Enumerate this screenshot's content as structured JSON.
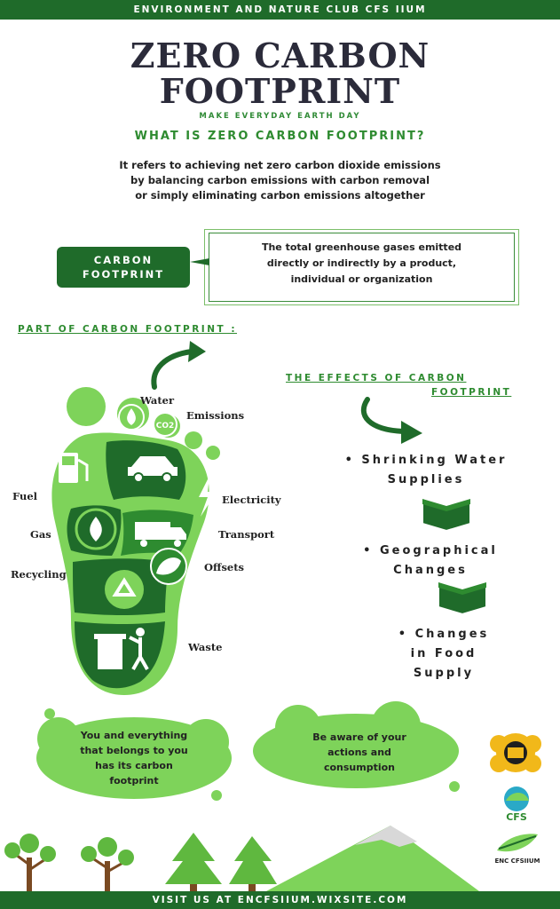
{
  "header": {
    "banner": "ENVIRONMENT AND NATURE CLUB CFS IIUM"
  },
  "title": {
    "line1": "ZERO CARBON",
    "line2": "FOOTPRINT"
  },
  "subtitle": "MAKE EVERYDAY EARTH DAY",
  "what_is": {
    "heading": "WHAT IS ZERO CARBON FOOTPRINT?",
    "lines": [
      "It refers to achieving net zero carbon dioxide emissions",
      "by balancing carbon emissions with carbon removal",
      "or simply eliminating carbon emissions altogether"
    ]
  },
  "carbon_footprint": {
    "label_line1": "CARBON",
    "label_line2": "FOOTPRINT",
    "definition": [
      "The total greenhouse gases emitted",
      "directly or indirectly by a product,",
      "individual or organization"
    ]
  },
  "parts": {
    "title": "PART OF CARBON FOOTPRINT :",
    "icon_text_co2": "CO2",
    "labels": {
      "water": "Water",
      "emissions": "Emissions",
      "fuel": "Fuel",
      "electricity": "Electricity",
      "gas": "Gas",
      "transport": "Transport",
      "recycling": "Recycling",
      "offsets": "Offsets",
      "waste": "Waste"
    }
  },
  "effects": {
    "title_line1": "THE EFFECTS OF CARBON",
    "title_line2": "FOOTPRINT",
    "bullet": "•",
    "items": [
      {
        "line1": "Shrinking Water",
        "line2": "Supplies"
      },
      {
        "line1": "Geographical",
        "line2": "Changes"
      },
      {
        "line1": "Changes",
        "line2": "in Food",
        "line3": "Supply"
      }
    ]
  },
  "clouds": {
    "left": [
      "You and everything",
      "that belongs to you",
      "has its carbon",
      "footprint"
    ],
    "right": [
      "Be aware of your",
      "actions and",
      "consumption"
    ]
  },
  "logos": {
    "cfs_text": "CFS",
    "enc_text": "ENC CFSIIUM"
  },
  "footer": {
    "banner": "VISIT US AT ENCFSIIUM.WIXSITE.COM"
  },
  "colors": {
    "dark_green": "#1f6b2a",
    "mid_green": "#2e8b30",
    "light_green": "#7ed35a",
    "navy_text": "#2b2b3a"
  }
}
